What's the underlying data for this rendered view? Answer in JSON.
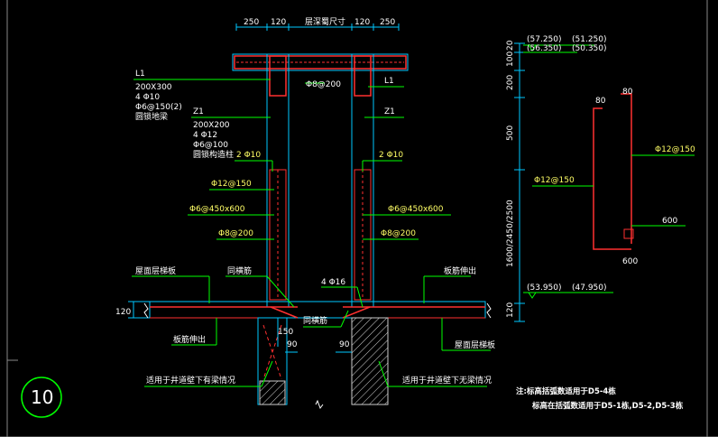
{
  "top_dims": {
    "a": "250",
    "b": "120",
    "mid": "层深蜀尺寸",
    "c": "120",
    "d": "250"
  },
  "left_labels": {
    "l1_name": "L1",
    "l1_size": "200X300",
    "l1_bar": "4 Φ10",
    "l1_stirrup": "Φ6@150(2)",
    "l1_note": "圆锁地梁",
    "z1_name": "Z1",
    "z1_size": "200X200",
    "z1_bar": "4 Φ12",
    "z1_stirrup": "Φ6@100",
    "z1_note": "圆锁构造柱",
    "bar_2phi10": "2 Φ10",
    "phi12_150": "Φ12@150",
    "phi6_450": "Φ6@450x600",
    "phi8_200": "Φ8@200",
    "slab_edge": "屋面层梯板",
    "lintel": "同横筋",
    "slab_out": "板筋伸出",
    "note_a": "适用于井道壁下有梁情况"
  },
  "right_labels": {
    "l1_name": "L1",
    "z1_name": "Z1",
    "phi8_200_top": "Φ8@200",
    "bar_2phi10": "2 Φ10",
    "phi6_450": "Φ6@450x600",
    "phi8_200": "Φ8@200",
    "bar_4phi16": "4 Φ16",
    "slab_out": "板筋伸出",
    "lintel": "同横筋",
    "slab_edge": "屋面层梯板",
    "note_b": "适用于井道壁下无梁情况"
  },
  "dims_misc": {
    "h120_left": "120",
    "d150": "150",
    "d90_left": "90",
    "d90_right": "90"
  },
  "elevations": {
    "top_a": "(57.250)",
    "top_b": "(51.250)",
    "top_c": "(56.350)",
    "top_d": "(50.350)",
    "bot_a": "(53.950)",
    "bot_b": "(47.950)"
  },
  "vertical_dims": {
    "v20": "20",
    "v100": "100",
    "v200": "200",
    "v500": "500",
    "v_long": "1600/2450/2500",
    "v120": "120"
  },
  "detail": {
    "d80_left": "80",
    "d80_right": "80",
    "phi12_150_right": "Φ12@150",
    "phi12_150_left": "Φ12@150",
    "d600_a": "600",
    "d600_b": "600"
  },
  "notes": {
    "line1": "注:标高括弧数适用于D5-4栋",
    "line2": "标高在括弧数适用于D5-1栋,D5-2,D5-3栋"
  },
  "detail_number": "10"
}
